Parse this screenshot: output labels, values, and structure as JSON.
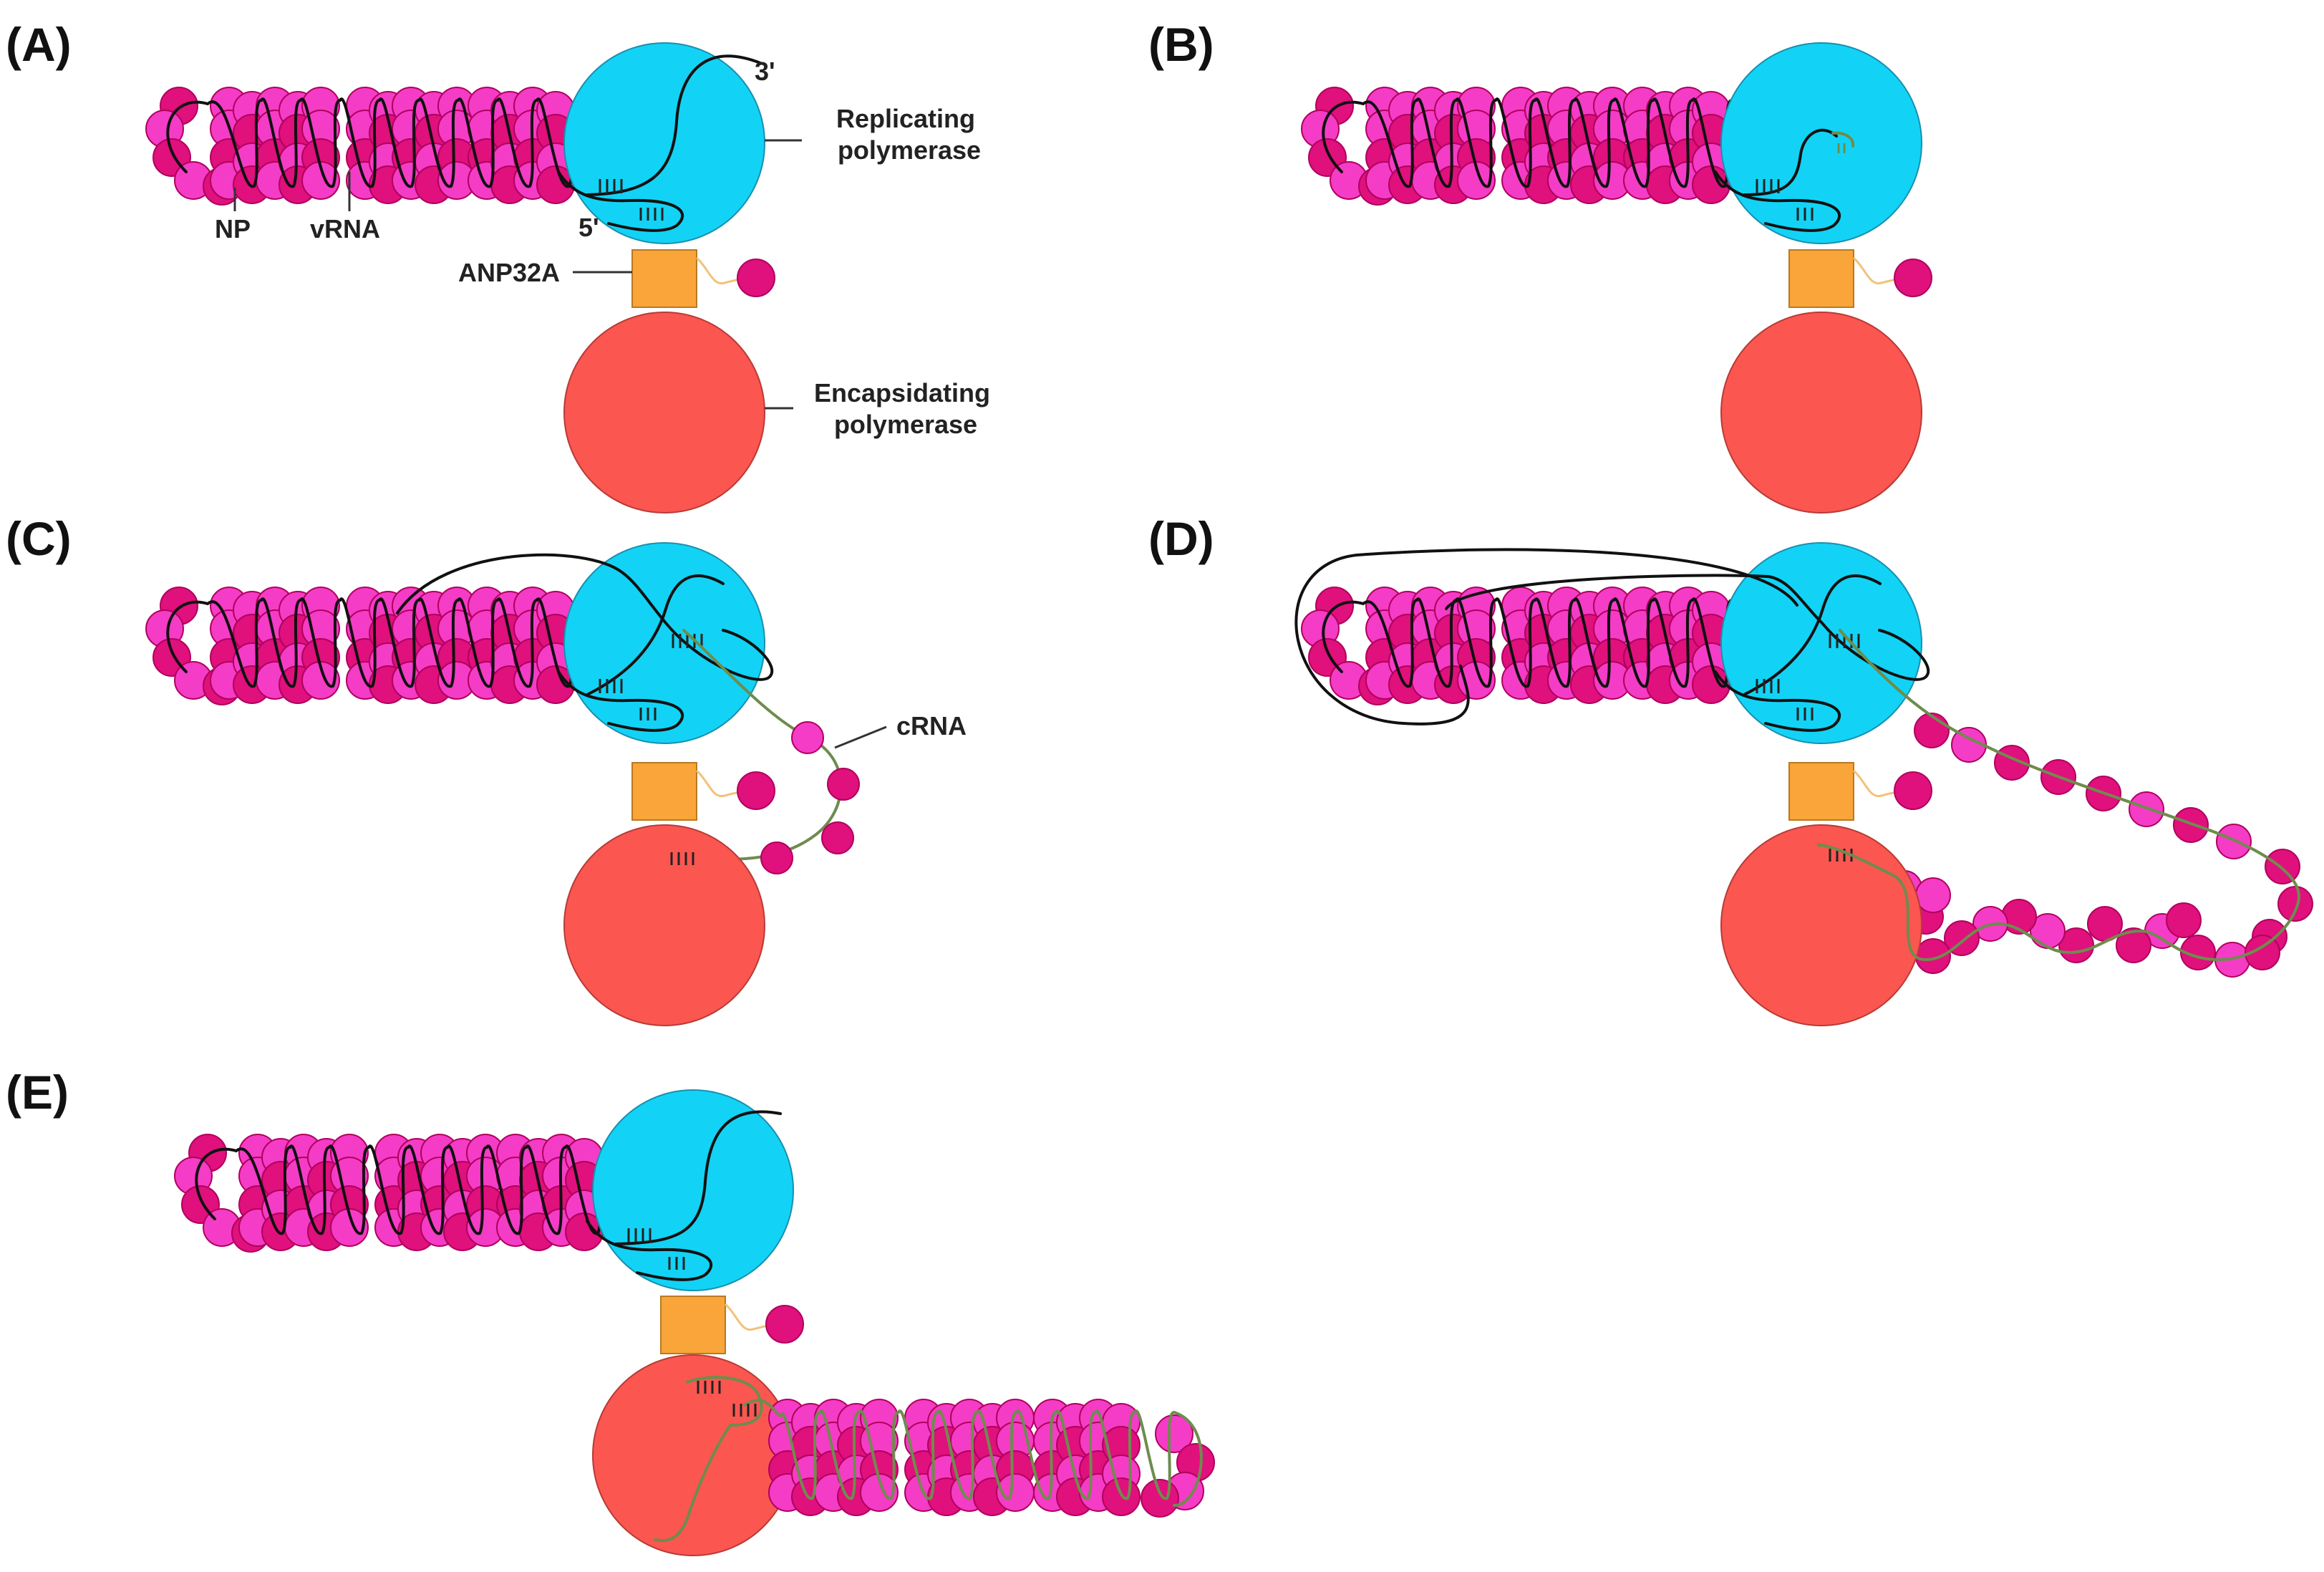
{
  "colors": {
    "np_dark": "#e0107c",
    "np_light": "#f53cc6",
    "np_stroke": "#b0005e",
    "replicating_polymerase": "#12d3f5",
    "encapsidating_polymerase": "#fb5650",
    "anp32a": "#f9a53a",
    "vrna": "#111111",
    "crna": "#6e8c4e",
    "anp32a_tether": "#f2c27a"
  },
  "panels": [
    {
      "id": "A",
      "label": "(A)"
    },
    {
      "id": "B",
      "label": "(B)"
    },
    {
      "id": "C",
      "label": "(C)"
    },
    {
      "id": "D",
      "label": "(D)"
    },
    {
      "id": "E",
      "label": "(E)"
    }
  ],
  "labels": {
    "np": "NP",
    "vrna": "vRNA",
    "three_prime": "3'",
    "five_prime": "5'",
    "anp32a": "ANP32A",
    "replicating_polymerase_line1": "Replicating",
    "replicating_polymerase_line2": "polymerase",
    "encapsidating_polymerase_line1": "Encapsidating",
    "encapsidating_polymerase_line2": "polymerase",
    "crna": "cRNA"
  }
}
